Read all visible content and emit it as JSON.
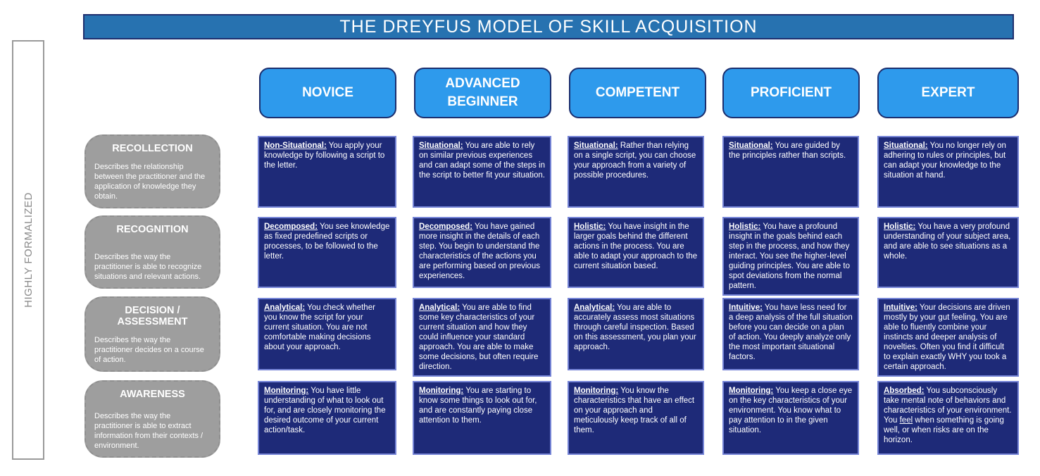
{
  "title": "THE DREYFUS MODEL OF SKILL ACQUISITION",
  "side_label": "HIGHLY FORMALIZED",
  "colors": {
    "title_bar_fill": "#2772b0",
    "title_bar_border": "#1f2f6e",
    "column_header_fill": "#2e9aec",
    "column_header_border": "#1b2e6e",
    "cell_fill": "#1e2a78",
    "cell_border": "#7584d6",
    "row_header_fill": "#9e9e9e",
    "side_label_text": "#8a8a8a",
    "text_on_dark": "#ffffff"
  },
  "columns": [
    "NOVICE",
    "ADVANCED BEGINNER",
    "COMPETENT",
    "PROFICIENT",
    "EXPERT"
  ],
  "rows": [
    {
      "title": "RECOLLECTION",
      "description": "Describes the relationship between the practitioner and the application of knowledge they obtain."
    },
    {
      "title": "RECOGNITION",
      "description": "Describes the way the practitioner is able to recognize situations and relevant actions."
    },
    {
      "title": "DECISION / ASSESSMENT",
      "description": "Describes the way the practitioner decides on a course of action."
    },
    {
      "title": "AWARENESS",
      "description": "Describes the way the practitioner is able to extract information from their contexts / environment."
    }
  ],
  "cells": [
    [
      {
        "term": "Non-Situational:",
        "text": "You apply your knowledge by following a script to the letter."
      },
      {
        "term": "Situational:",
        "text": "You are able to rely on similar previous experiences and can adapt some of the steps in the script to better fit your situation."
      },
      {
        "term": "Situational:",
        "text": "Rather than relying on a single script, you can choose your approach from a variety of possible procedures."
      },
      {
        "term": "Situational:",
        "text": "You are guided by the principles rather than scripts."
      },
      {
        "term": "Situational:",
        "text": "You no longer rely on adhering to rules or principles, but can adapt your knowledge to the situation at hand."
      }
    ],
    [
      {
        "term": "Decomposed:",
        "text": "You see knowledge as fixed predefined scripts or processes, to be followed to the letter."
      },
      {
        "term": "Decomposed:",
        "text": "You have gained more insight in the details of each step. You begin to understand the characteristics of the actions you are performing based on previous experiences."
      },
      {
        "term": "Holistic:",
        "text": "You have insight in the larger goals behind the different actions in the process. You are able to adapt your approach to the current situation based."
      },
      {
        "term": "Holistic:",
        "text": "You have a profound insight in the goals behind each step in the process, and how they interact. You see the higher-level guiding principles. You are able to spot deviations from the normal pattern."
      },
      {
        "term": "Holistic:",
        "text": "You have a very profound understanding of your subject area, and are able to see situations as a whole."
      }
    ],
    [
      {
        "term": "Analytical:",
        "text": "You check whether you know the script for your current situation. You are not comfortable making decisions about your approach."
      },
      {
        "term": "Analytical:",
        "text": "You are able to find some key characteristics of your current situation and how they could influence your standard approach. You are able to make some decisions, but often require direction."
      },
      {
        "term": "Analytical:",
        "text": "You are able to accurately assess most situations through careful inspection. Based on this assessment, you plan your approach."
      },
      {
        "term": "Intuitive:",
        "text": "You have less need for a deep analysis of the full situation before you can decide on a plan of action. You deeply analyze only the most important situational factors."
      },
      {
        "term": "Intuitive:",
        "text": "Your decisions are driven mostly by your gut feeling, You are able to fluently combine your instincts and deeper analysis of novelties. Often you find it difficult to explain exactly WHY you took a certain approach."
      }
    ],
    [
      {
        "term": "Monitoring:",
        "text": "You have little understanding of what to look out for, and are closely monitoring the desired outcome of your current action/task."
      },
      {
        "term": "Monitoring:",
        "text": "You are starting to know some things to look out for, and are constantly paying close attention to them."
      },
      {
        "term": "Monitoring:",
        "text": "You know the characteristics that have an effect on your approach and meticulously keep track of all of them."
      },
      {
        "term": "Monitoring:",
        "text": "You keep a close eye on the key characteristics of your environment. You know what to pay attention to in the given situation."
      },
      {
        "term": "Absorbed:",
        "text": "You subconsciously take mental note of behaviors and characteristics of your environment. You _feel_ when something is going well, or when risks are on the horizon."
      }
    ]
  ]
}
